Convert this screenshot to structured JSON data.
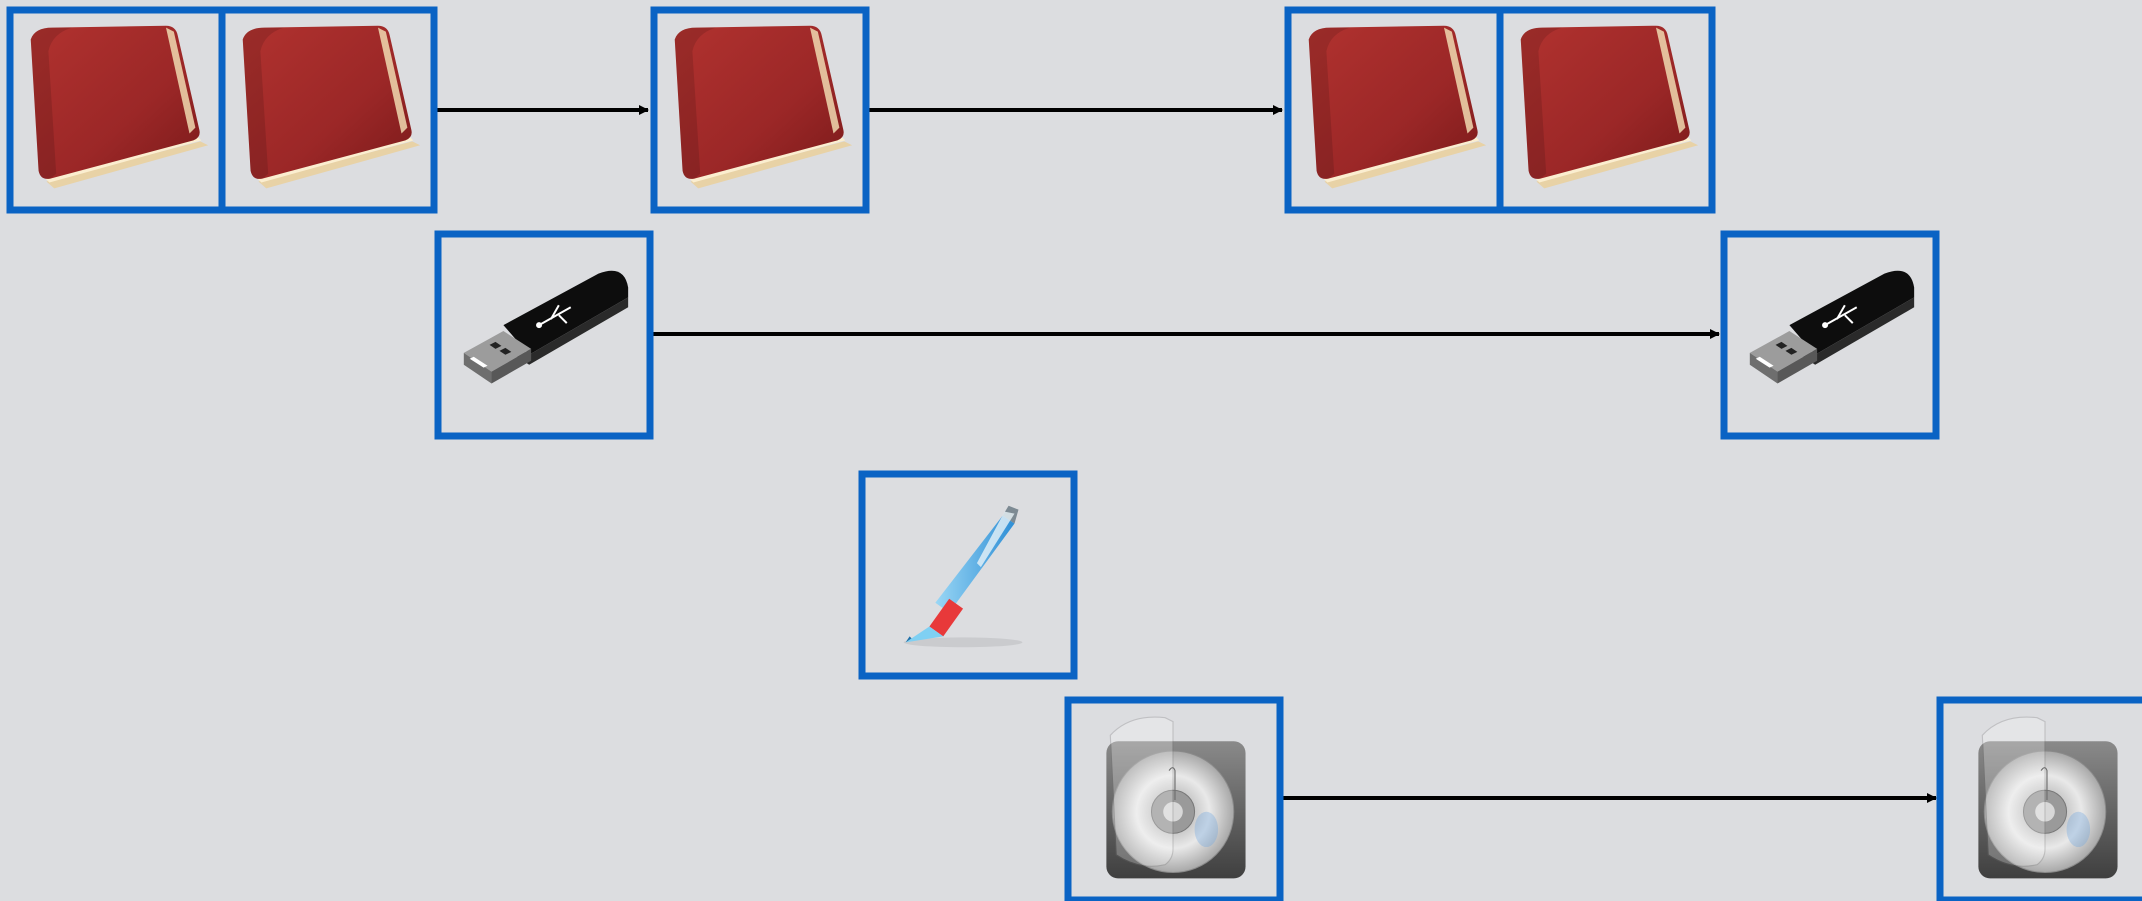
{
  "diagram": {
    "background": "#dcdde0",
    "box_color": "#0a63c4",
    "arrow_color": "#000000",
    "rows": [
      {
        "name": "book-row",
        "icon": "book-icon",
        "stages": [
          {
            "items": [
              "book-icon",
              "book-icon"
            ]
          },
          {
            "items": [
              "book-icon"
            ]
          },
          {
            "items": [
              "book-icon",
              "book-icon"
            ]
          }
        ]
      },
      {
        "name": "usb-row",
        "icon": "usb-drive-icon",
        "stages": [
          {
            "items": [
              "usb-drive-icon"
            ]
          },
          {
            "items": [
              "usb-drive-icon"
            ]
          }
        ]
      },
      {
        "name": "pen-row",
        "icon": "pen-icon",
        "stages": [
          {
            "items": [
              "pen-icon"
            ]
          }
        ]
      },
      {
        "name": "disc-row",
        "icon": "disc-drive-icon",
        "stages": [
          {
            "items": [
              "disc-drive-icon"
            ]
          },
          {
            "items": [
              "disc-drive-icon"
            ]
          }
        ]
      }
    ]
  }
}
